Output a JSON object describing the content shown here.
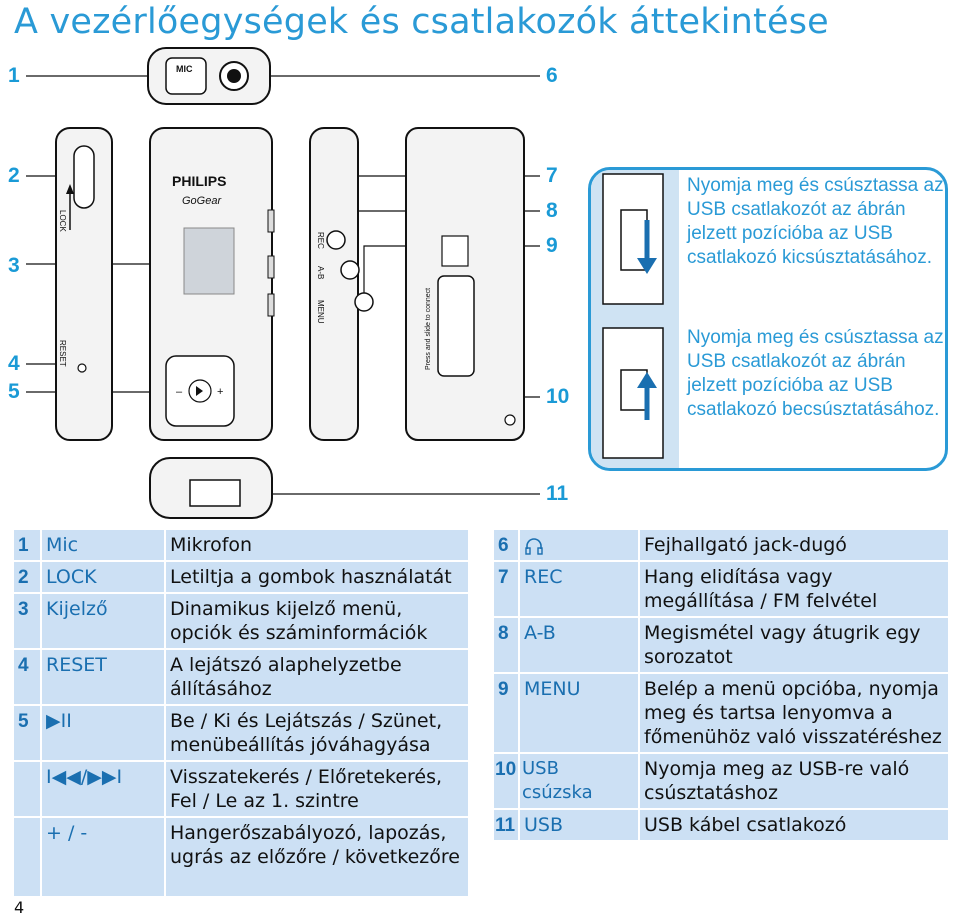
{
  "page": {
    "title": "A vezérlőegységek és csatlakozók áttekintése",
    "page_number": "4"
  },
  "callouts": [
    "1",
    "2",
    "3",
    "4",
    "5",
    "6",
    "7",
    "8",
    "9",
    "10",
    "11"
  ],
  "device_labels": {
    "mic": "MIC",
    "lock": "LOCK",
    "reset": "RESET",
    "brand": "PHILIPS",
    "model": "GoGear",
    "rec": "REC",
    "ab": "A-B",
    "menu": "MENU",
    "press_slide": "Press and slide to connect"
  },
  "usb_info": {
    "slide_out": "Nyomja meg és csúsztassa az USB csatlakozót az ábrán jelzett pozícióba az USB csatlakozó kicsúsztatásához.",
    "slide_in": "Nyomja meg és csúsztassa az USB csatlakozót az ábrán jelzett pozícióba az USB csatlakozó becsúsztatásához."
  },
  "left_table": [
    {
      "num": "1",
      "key": "Mic",
      "desc": "Mikrofon"
    },
    {
      "num": "2",
      "key": "LOCK",
      "desc": "Letiltja a gombok használatát"
    },
    {
      "num": "3",
      "key": "Kijelző",
      "desc": "Dinamikus kijelző menü, opciók és száminformációk"
    },
    {
      "num": "4",
      "key": "RESET",
      "desc": "A lejátszó alaphelyzetbe állításához"
    },
    {
      "num": "5",
      "key": "▶II",
      "desc": "Be / Ki és Lejátszás / Szünet, menübeállítás jóváhagyása"
    },
    {
      "num": "",
      "key": "I◀◀/▶▶I",
      "desc": "Visszatekerés / Előretekerés, Fel / Le az 1. szintre"
    },
    {
      "num": "",
      "key": "+ / -",
      "desc": "Hangerőszabályozó, lapozás, ugrás az előzőre / következőre"
    }
  ],
  "right_table": [
    {
      "num": "6",
      "key": "headphone-icon",
      "desc": "Fejhallgató jack-dugó"
    },
    {
      "num": "7",
      "key": "REC",
      "desc": "Hang elidítása vagy megállítása / FM felvétel"
    },
    {
      "num": "8",
      "key": "A-B",
      "desc": "Megismétel vagy átugrik egy sorozatot"
    },
    {
      "num": "9",
      "key": "MENU",
      "desc": "Belép a menü opcióba, nyomja meg és tartsa lenyomva a főmenühöz való visszatéréshez"
    },
    {
      "num": "10",
      "key": "USB csúzska",
      "desc": "Nyomja meg az USB-re való csúsztatáshoz"
    },
    {
      "num": "11",
      "key": "USB",
      "desc": "USB kábel csatlakozó"
    }
  ],
  "colors": {
    "accent": "#2a9ad6",
    "cell_bg": "#cce0f4",
    "num": "#1a6fb0"
  }
}
